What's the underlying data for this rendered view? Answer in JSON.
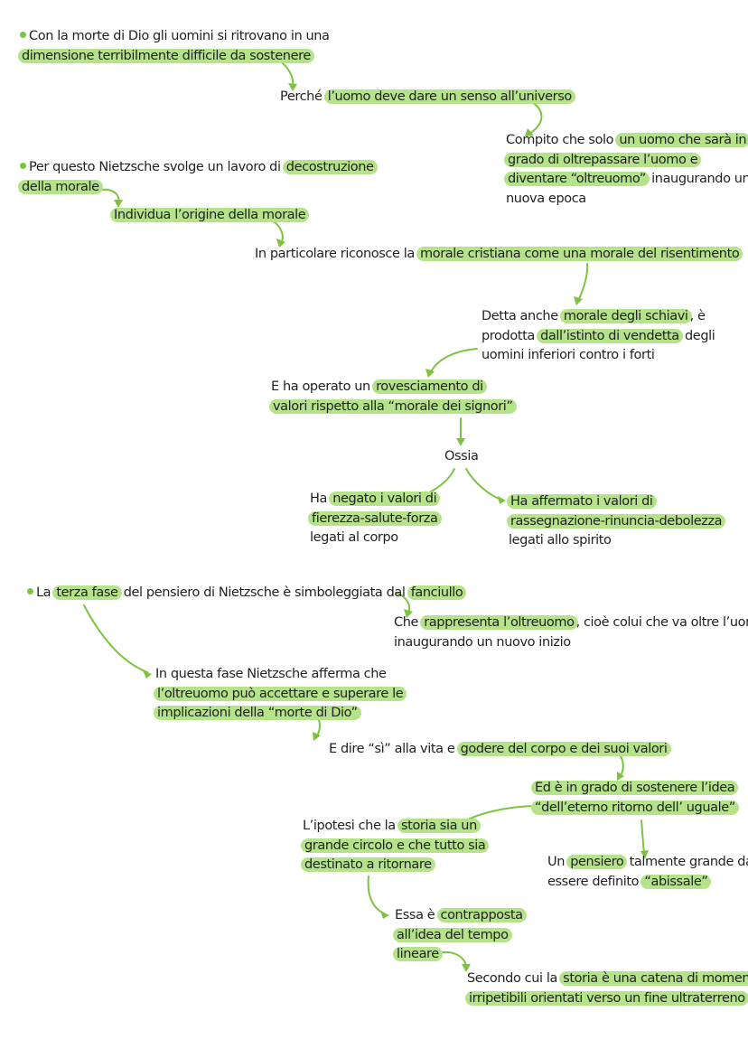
{
  "palette": {
    "highlight": "#b4e38a",
    "arrow": "#7cc440",
    "text": "#222222",
    "background": "#ffffff"
  },
  "nodes": {
    "n1": {
      "l1a": "Con la morte di Dio gli uomini si ritrovano in una",
      "l2": "dimensione terribilmente difficile da sostenere"
    },
    "n2": {
      "a": "Perché ",
      "b": "l’uomo deve dare un senso all’universo"
    },
    "n3": {
      "a": "Compito che solo ",
      "b": "un uomo che sarà in",
      "c": "grado di oltrepassare l’uomo e",
      "d": "diventare “oltreuomo”",
      "e": " inaugurando una",
      "f": "nuova epoca"
    },
    "n4": {
      "a": "Per questo Nietzsche svolge un lavoro di ",
      "b": "decostruzione",
      "c": "della morale"
    },
    "n5": {
      "a": "Individua l’origine della morale"
    },
    "n6": {
      "a": "In particolare riconosce la ",
      "b": "morale cristiana come una morale del risentimento"
    },
    "n7": {
      "a": "Detta anche ",
      "b": "morale degli schiavi",
      "c": ", è",
      "d": "prodotta ",
      "e": "dall’istinto di vendetta",
      "f": " degli",
      "g": "uomini inferiori contro i forti"
    },
    "n8": {
      "a": "E ha operato un ",
      "b": "rovesciamento di",
      "c": "valori rispetto alla “morale dei signori”"
    },
    "n9": {
      "a": "Ossia"
    },
    "n10": {
      "a": "Ha ",
      "b": "negato i valori di",
      "c": "fierezza-salute-forza",
      "d": "legati al corpo"
    },
    "n11": {
      "a": "Ha affermato i valori di",
      "b": "rassegnazione-rinuncia-debolezza",
      "c": "legati allo spirito"
    },
    "n12": {
      "a": "La ",
      "b": "terza fase",
      "c": " del pensiero di Nietzsche è simboleggiata dal ",
      "d": "fanciullo"
    },
    "n13": {
      "a": "Che ",
      "b": "rappresenta l’oltreuomo",
      "c": ", cioè colui che va oltre l’uomo",
      "d": "inaugurando un nuovo inizio"
    },
    "n14": {
      "a": "In questa fase Nietzsche afferma che",
      "b": "l’oltreuomo può accettare e superare le",
      "c": "implicazioni della “morte di Dio”"
    },
    "n15": {
      "a": "E dire “sì” alla vita e ",
      "b": "godere del corpo e dei suoi valori"
    },
    "n16": {
      "a": "Ed è in grado di sostenere l’idea",
      "b": "“dell’eterno ritorno dell’ uguale”"
    },
    "n17": {
      "a": "L’ipotesi che la ",
      "b": "storia sia un",
      "c": "grande circolo e che tutto sia",
      "d": "destinato a ritornare"
    },
    "n18": {
      "a": "Un ",
      "b": "pensiero",
      "c": " talmente grande da",
      "d": "essere definito ",
      "e": "“abissale”"
    },
    "n19": {
      "a": "Essa è ",
      "b": "contrapposta",
      "c": "all’idea del tempo",
      "d": "lineare"
    },
    "n20": {
      "a": "Secondo cui la ",
      "b": "storia è una catena di momenti",
      "c": "irripetibili orientati verso un fine ultraterreno"
    }
  }
}
